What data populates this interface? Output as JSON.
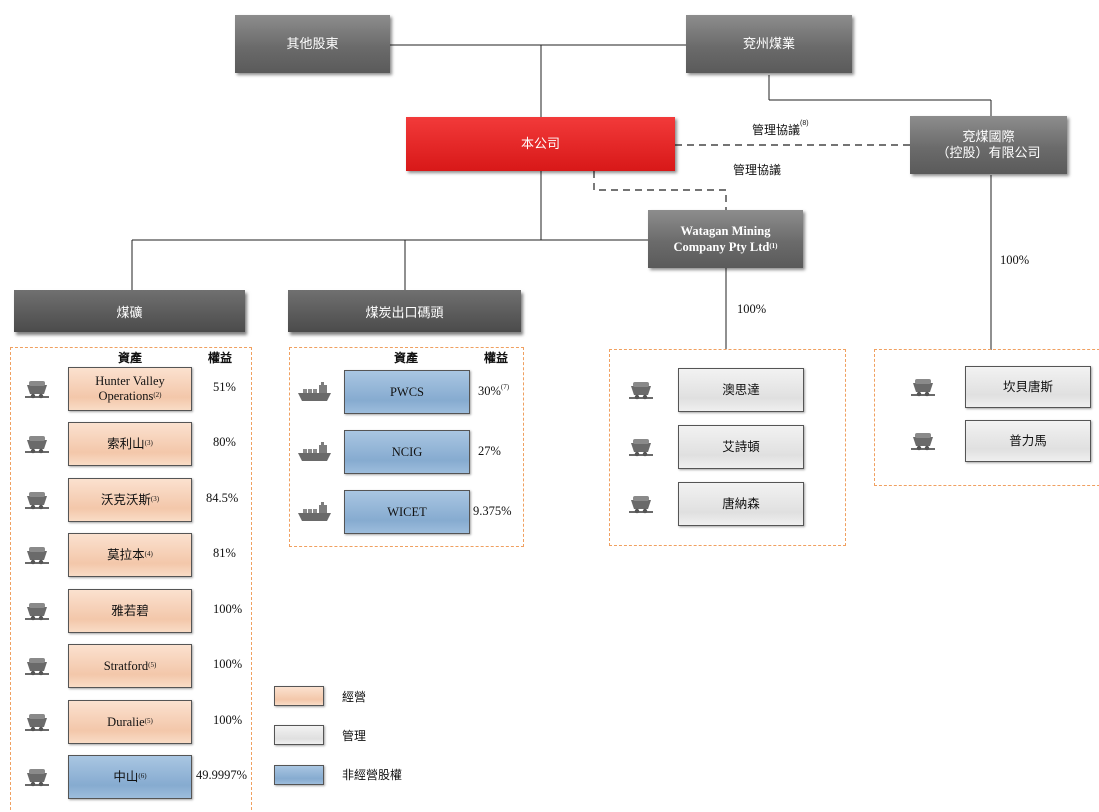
{
  "top": {
    "other_shareholders": "其他股東",
    "yancoal": "兗州煤業",
    "company": "本公司",
    "ycii_line1": "兗煤國際",
    "ycii_line2": "（控股）有限公司",
    "mgmt_agreement_8": "管理協議",
    "mgmt_agreement_8_note": "(8)",
    "mgmt_agreement": "管理協議",
    "watagan_line1": "Watagan Mining",
    "watagan_line2": "Company Pty Ltd",
    "watagan_note": "(1)"
  },
  "sections": {
    "coal_mines": "煤礦",
    "ports": "煤炭出口碼頭"
  },
  "headers": {
    "assets": "資產",
    "interest": "權益"
  },
  "coal_mines": [
    {
      "name": "Hunter Valley",
      "name2": "Operations",
      "note": "(2)",
      "pct": "51%"
    },
    {
      "name": "索利山",
      "note": "(3)",
      "pct": "80%"
    },
    {
      "name": "沃克沃斯",
      "note": "(3)",
      "pct": "84.5%"
    },
    {
      "name": "莫拉本",
      "note": "(4)",
      "pct": "81%"
    },
    {
      "name": "雅若碧",
      "note": "",
      "pct": "100%"
    },
    {
      "name": "Stratford",
      "note": "(5)",
      "pct": "100%"
    },
    {
      "name": "Duralie",
      "note": "(5)",
      "pct": "100%"
    },
    {
      "name": "中山",
      "note": "(6)",
      "pct": "49.9997%"
    }
  ],
  "ports": [
    {
      "name": "PWCS",
      "pct": "30%",
      "note": "(7)"
    },
    {
      "name": "NCIG",
      "pct": "27%",
      "note": ""
    },
    {
      "name": "WICET",
      "pct": "9.375%",
      "note": ""
    }
  ],
  "watagan_pct": "100%",
  "watagan_assets": [
    "澳思達",
    "艾詩頓",
    "唐納森"
  ],
  "ycii_pct": "100%",
  "ycii_assets": [
    "坎貝唐斯",
    "普力馬"
  ],
  "legend": {
    "operated": "經營",
    "managed": "管理",
    "non_operated": "非經營股權"
  },
  "colors": {
    "operated": "#f3c7aa",
    "managed": "#e0e0e0",
    "non_operated": "#86abd0",
    "company": "#e02020",
    "dashed_border": "#f0a060"
  },
  "icons": {
    "mine": "mine-cart-icon",
    "port": "cargo-ship-icon"
  }
}
